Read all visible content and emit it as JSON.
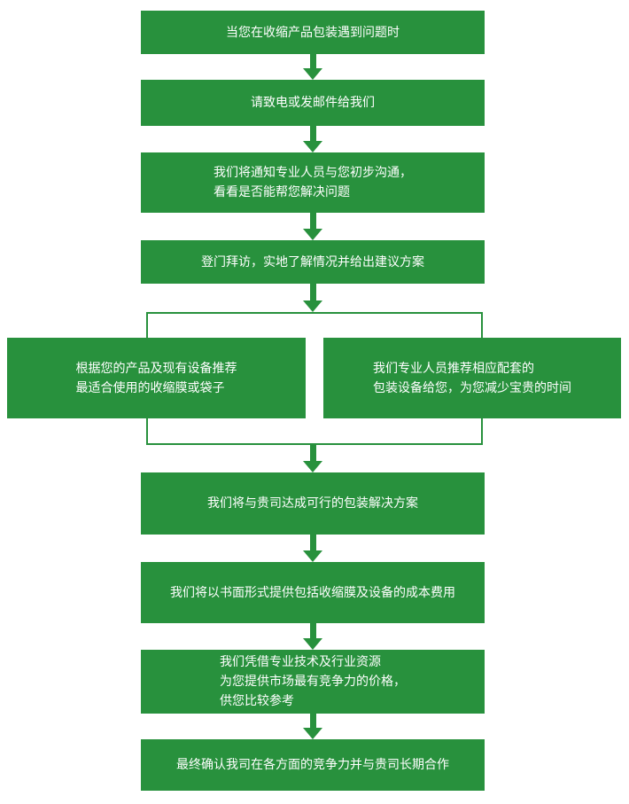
{
  "page": {
    "background_color": "#ffffff"
  },
  "flowchart": {
    "accent_color": "#28913D",
    "text_color": "#ffffff",
    "steps": {
      "step1": {
        "lines": [
          "当您在收缩产品包装遇到问题时"
        ]
      },
      "step2": {
        "lines": [
          "请致电或发邮件给我们"
        ]
      },
      "step3": {
        "lines": [
          "我们将通知专业人员与您初步沟通，",
          "看看是否能帮您解决问题"
        ]
      },
      "step4": {
        "lines": [
          "登门拜访，实地了解情况并给出建议方案"
        ]
      },
      "branch_left": {
        "lines": [
          "根据您的产品及现有设备推荐",
          "最适合使用的收缩膜或袋子"
        ]
      },
      "branch_right": {
        "lines": [
          "我们专业人员推荐相应配套的",
          "包装设备给您，为您减少宝贵的时间"
        ]
      },
      "step5": {
        "lines": [
          "我们将与贵司达成可行的包装解决方案"
        ]
      },
      "step6": {
        "lines": [
          "我们将以书面形式提供包括收缩膜及设备的成本费用"
        ]
      },
      "step7": {
        "lines": [
          "我们凭借专业技术及行业资源",
          "为您提供市场最有竞争力的价格，",
          "供您比较参考"
        ]
      },
      "step8": {
        "lines": [
          "最终确认我司在各方面的竞争力并与贵司长期合作"
        ]
      }
    }
  }
}
